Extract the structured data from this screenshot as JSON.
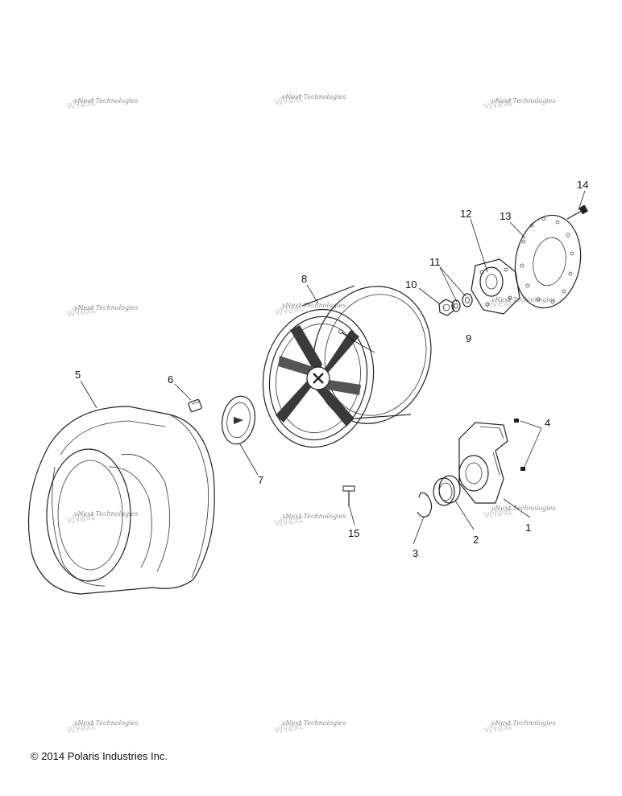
{
  "callouts": [
    {
      "id": "1",
      "label": "1"
    },
    {
      "id": "2",
      "label": "2"
    },
    {
      "id": "3",
      "label": "3"
    },
    {
      "id": "4",
      "label": "4"
    },
    {
      "id": "5",
      "label": "5"
    },
    {
      "id": "6",
      "label": "6"
    },
    {
      "id": "7",
      "label": "7"
    },
    {
      "id": "8",
      "label": "8"
    },
    {
      "id": "9",
      "label": "9"
    },
    {
      "id": "10",
      "label": "10"
    },
    {
      "id": "11",
      "label": "11"
    },
    {
      "id": "12",
      "label": "12"
    },
    {
      "id": "13",
      "label": "13"
    },
    {
      "id": "14",
      "label": "14"
    },
    {
      "id": "15",
      "label": "15"
    }
  ],
  "watermark": "vNext Technologies",
  "copyright": "© 2014 Polaris Industries Inc."
}
